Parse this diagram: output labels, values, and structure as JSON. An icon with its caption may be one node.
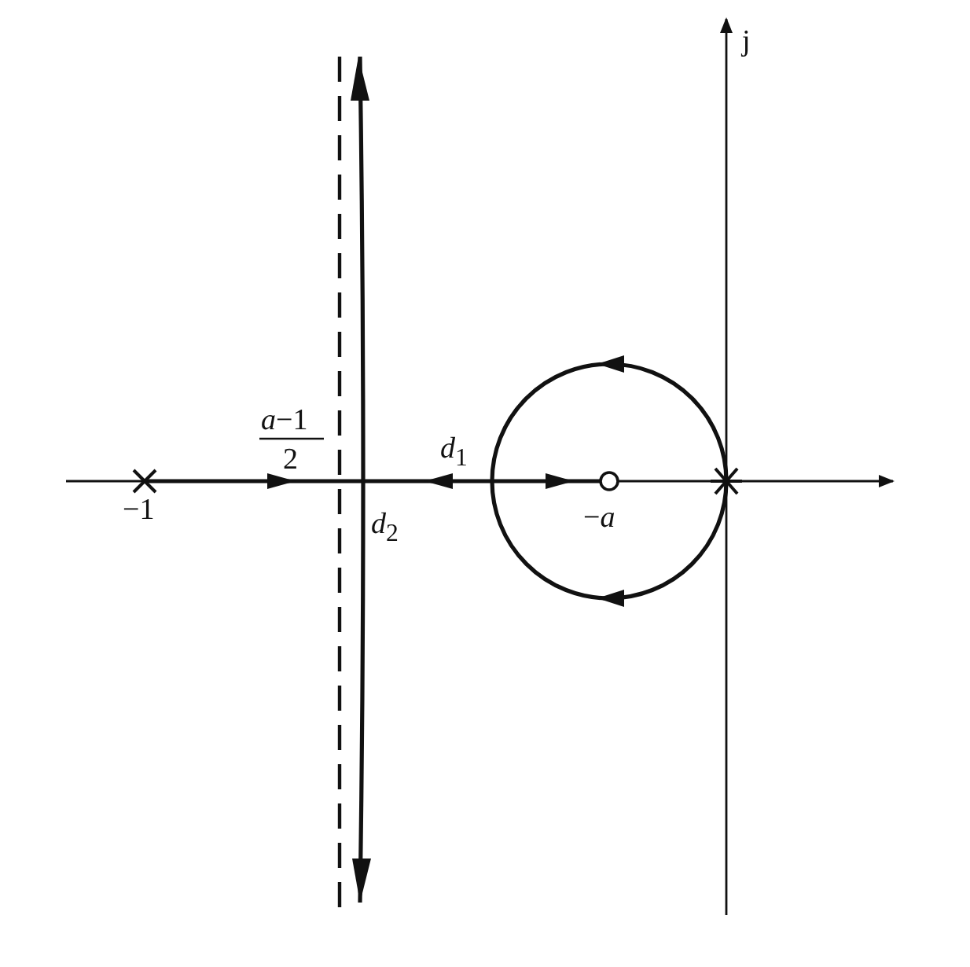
{
  "diagram": {
    "labels": [
      "j",
      "*a*−1",
      "2",
      "*d*$_{1}$",
      "−1",
      "−*a*",
      "*d*$_{2}$"
    ]
  }
}
